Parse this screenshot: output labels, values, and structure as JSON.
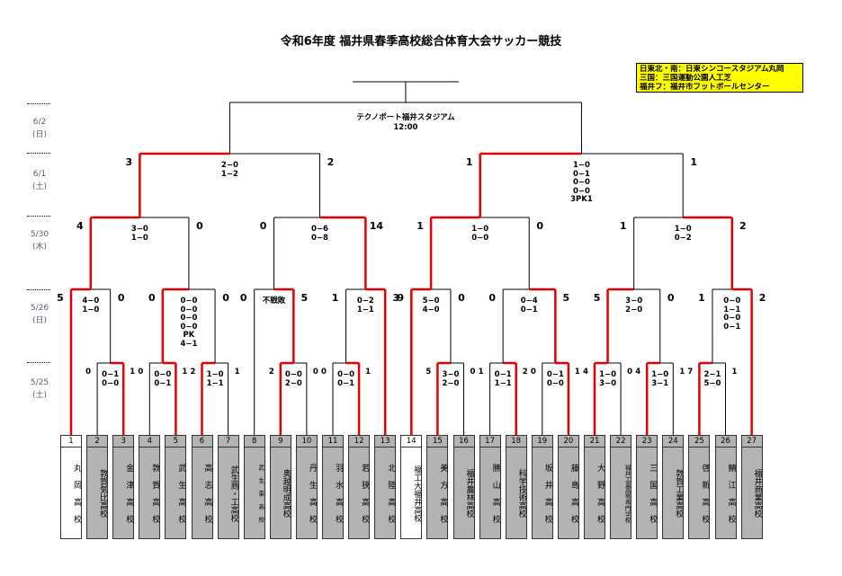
{
  "title": "令和6年度 福井県春季高校総合体育大会サッカー競技",
  "venues": [
    "日東北・南：日東シンコースタジアム丸岡",
    "三国：三国運動公園人工芝",
    "福井フ：福井市フットボールセンター"
  ],
  "dates": [
    {
      "date": "6/2",
      "day": "(日)"
    },
    {
      "date": "6/1",
      "day": "(土)"
    },
    {
      "date": "5/30",
      "day": "(木)"
    },
    {
      "date": "5/26",
      "day": "(日)"
    },
    {
      "date": "5/25",
      "day": "(土)"
    }
  ],
  "final": {
    "venue": "テクノポート福井スタジアム",
    "time": "12:00"
  },
  "teams": [
    {
      "num": "1",
      "name": "丸 岡 高 校"
    },
    {
      "num": "2",
      "name": "敦賀気比高校"
    },
    {
      "num": "3",
      "name": "金 津 高 校"
    },
    {
      "num": "4",
      "name": "敦 賀 高 校"
    },
    {
      "num": "5",
      "name": "武 生 高 校"
    },
    {
      "num": "6",
      "name": "高 志 高 校"
    },
    {
      "num": "7",
      "name": "武生商・工高校"
    },
    {
      "num": "8",
      "name": "武 生 東 高 校"
    },
    {
      "num": "9",
      "name": "奥越明成高校"
    },
    {
      "num": "10",
      "name": "丹 生 高 校"
    },
    {
      "num": "11",
      "name": "羽 水 高 校"
    },
    {
      "num": "12",
      "name": "若 狭 高 校"
    },
    {
      "num": "13",
      "name": "北 陸 高 校"
    },
    {
      "num": "14",
      "name": "福工大福井高校"
    },
    {
      "num": "15",
      "name": "美 方 高 校"
    },
    {
      "num": "16",
      "name": "福井農林高校"
    },
    {
      "num": "17",
      "name": "勝 山 高 校"
    },
    {
      "num": "18",
      "name": "科学技術高校"
    },
    {
      "num": "19",
      "name": "坂 井 高 校"
    },
    {
      "num": "20",
      "name": "藤 島 高 校"
    },
    {
      "num": "21",
      "name": "大 野 高 校"
    },
    {
      "num": "22",
      "name": "福井工業高等専門学校"
    },
    {
      "num": "23",
      "name": "三 国 高 校"
    },
    {
      "num": "24",
      "name": "敦賀工業高校"
    },
    {
      "num": "25",
      "name": "啓 新 高 校"
    },
    {
      "num": "26",
      "name": "鯖 江 高 校"
    },
    {
      "num": "27",
      "name": "福井商業高校"
    }
  ],
  "r1": [
    {
      "id": "r1a",
      "l": "0",
      "r": "1",
      "lines": [
        "0−1",
        "0−0"
      ]
    },
    {
      "id": "r1b",
      "l": "0",
      "r": "1",
      "lines": [
        "0−0",
        "0−1"
      ]
    },
    {
      "id": "r1c",
      "l": "2",
      "r": "1",
      "lines": [
        "1−0",
        "1−1"
      ]
    },
    {
      "id": "r1d",
      "l": "2",
      "r": "0",
      "lines": [
        "0−0",
        "2−0"
      ]
    },
    {
      "id": "r1e",
      "l": "0",
      "r": "1",
      "lines": [
        "0−0",
        "0−1"
      ]
    },
    {
      "id": "r1f",
      "l": "5",
      "r": "0",
      "lines": [
        "3−0",
        "2−0"
      ]
    },
    {
      "id": "r1g",
      "l": "1",
      "r": "2",
      "lines": [
        "0−1",
        "1−1"
      ]
    },
    {
      "id": "r1h",
      "l": "0",
      "r": "1",
      "lines": [
        "0−1",
        "0−0"
      ]
    },
    {
      "id": "r1i",
      "l": "4",
      "r": "0",
      "lines": [
        "1−0",
        "3−0"
      ]
    },
    {
      "id": "r1j",
      "l": "4",
      "r": "1",
      "lines": [
        "1−0",
        "3−1"
      ]
    },
    {
      "id": "r1k",
      "l": "7",
      "r": "1",
      "lines": [
        "2−1",
        "5−0"
      ]
    }
  ],
  "r2": [
    {
      "id": "r2a",
      "l": "5",
      "r": "0",
      "lines": [
        "4−0",
        "1−0"
      ]
    },
    {
      "id": "r2b",
      "l": "0",
      "r": "0",
      "lines": [
        "0−0",
        "0−0",
        "0−0",
        "0−0",
        "PK",
        "4−1"
      ]
    },
    {
      "id": "r2c",
      "l": "0",
      "r": "5",
      "lines": [
        "不戦敗"
      ]
    },
    {
      "id": "r2d",
      "l": "1",
      "r": "3",
      "lines": [
        "0−2",
        "1−1"
      ]
    },
    {
      "id": "r2e",
      "l": "9",
      "r": "0",
      "lines": [
        "5−0",
        "4−0"
      ]
    },
    {
      "id": "r2f",
      "l": "0",
      "r": "5",
      "lines": [
        "0−4",
        "0−1"
      ]
    },
    {
      "id": "r2g",
      "l": "5",
      "r": "0",
      "lines": [
        "3−0",
        "2−0"
      ]
    },
    {
      "id": "r2h",
      "l": "1",
      "r": "2",
      "lines": [
        "0−0",
        "1−1",
        "0−0",
        "0−1"
      ]
    }
  ],
  "qf": [
    {
      "id": "qfa",
      "l": "4",
      "r": "0",
      "lines": [
        "3−0",
        "1−0"
      ]
    },
    {
      "id": "qfb",
      "l": "0",
      "r": "14",
      "lines": [
        "0−6",
        "0−8"
      ]
    },
    {
      "id": "qfc",
      "l": "1",
      "r": "0",
      "lines": [
        "1−0",
        "0−0"
      ]
    },
    {
      "id": "qfd",
      "l": "1",
      "r": "2",
      "lines": [
        "1−0",
        "0−2"
      ]
    }
  ],
  "sf": [
    {
      "id": "sfa",
      "l": "3",
      "r": "2",
      "lines": [
        "2−0",
        "1−2"
      ]
    },
    {
      "id": "sfb",
      "l": "1",
      "r": "1",
      "lines": [
        "1−0",
        "0−1",
        "0−0",
        "0−0",
        "3PK1"
      ]
    }
  ]
}
